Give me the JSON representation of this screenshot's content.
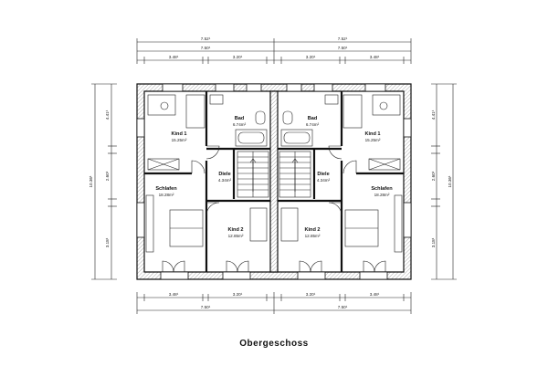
{
  "title": "Obergeschoss",
  "dimensions": {
    "top_total": [
      "7.52¹",
      "7.52¹"
    ],
    "top_sub": [
      "7.50¹",
      "7.50¹"
    ],
    "top_parts": [
      "3.48¹",
      "3.20¹",
      "3.20¹",
      "3.48¹"
    ],
    "bottom_parts": [
      "3.48¹",
      "3.20¹",
      "3.20¹",
      "3.48¹"
    ],
    "bottom_total": [
      "7.50¹",
      "7.50¹"
    ],
    "left_total": "10.36¹",
    "right_total": "10.36¹",
    "side_parts": [
      "4.41¹",
      "2.60¹",
      "3.18¹"
    ]
  },
  "rooms": {
    "kind1_left": {
      "name": "Kind 1",
      "area": "15.25m²"
    },
    "bad_left": {
      "name": "Bad",
      "area": "6.74m²"
    },
    "diele_left": {
      "name": "Diele",
      "area": "4.34m²"
    },
    "schlafen_left": {
      "name": "Schlafen",
      "area": "18.28m²"
    },
    "kind2_left": {
      "name": "Kind 2",
      "area": "12.85m²"
    },
    "kind1_right": {
      "name": "Kind 1",
      "area": "15.25m²"
    },
    "bad_right": {
      "name": "Bad",
      "area": "6.74m²"
    },
    "diele_right": {
      "name": "Diele",
      "area": "4.34m²"
    },
    "schlafen_right": {
      "name": "Schlafen",
      "area": "18.28m²"
    },
    "kind2_right": {
      "name": "Kind 2",
      "area": "12.85m²"
    }
  }
}
